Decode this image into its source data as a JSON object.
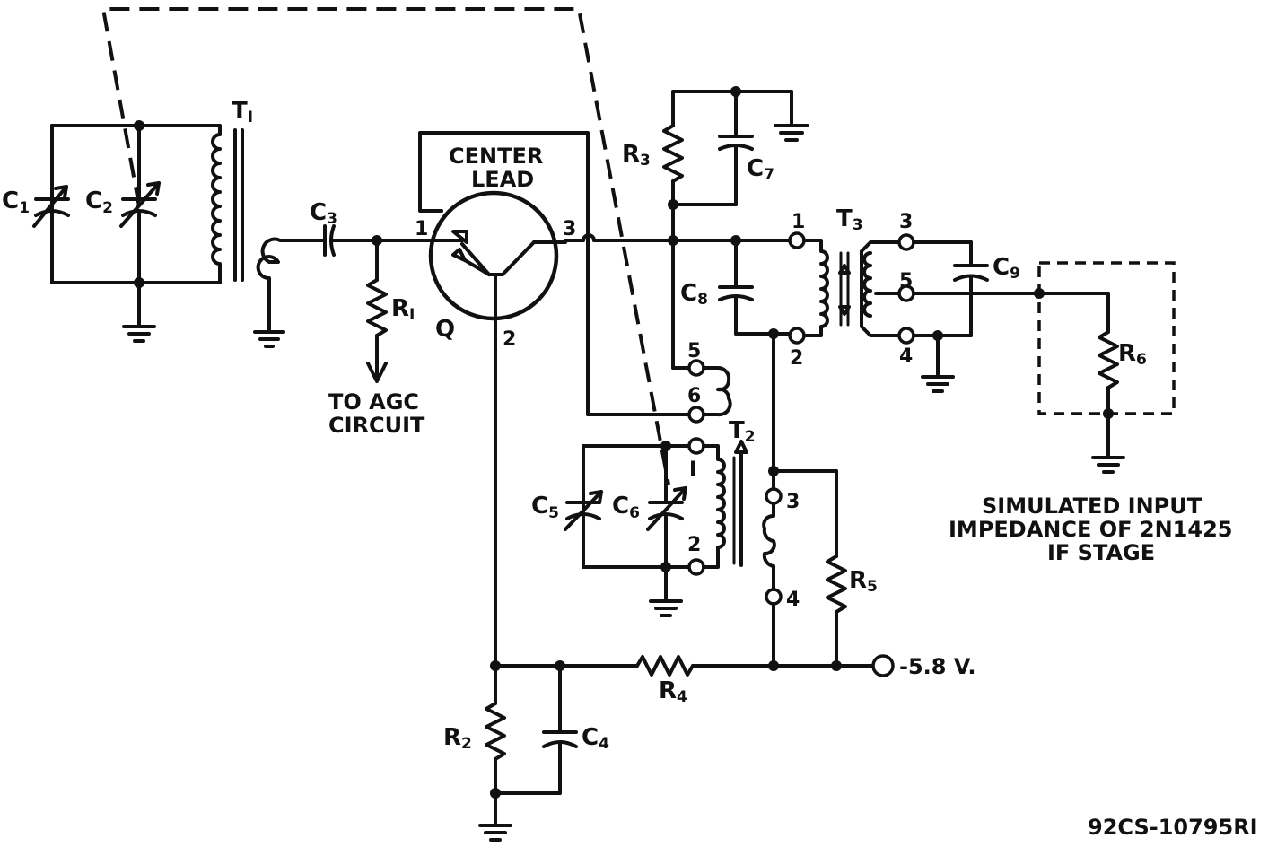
{
  "components": {
    "C1": {
      "ref": "C",
      "sub": "1"
    },
    "C2": {
      "ref": "C",
      "sub": "2"
    },
    "C3": {
      "ref": "C",
      "sub": "3"
    },
    "C4": {
      "ref": "C",
      "sub": "4"
    },
    "C5": {
      "ref": "C",
      "sub": "5"
    },
    "C6": {
      "ref": "C",
      "sub": "6"
    },
    "C7": {
      "ref": "C",
      "sub": "7"
    },
    "C8": {
      "ref": "C",
      "sub": "8"
    },
    "C9": {
      "ref": "C",
      "sub": "9"
    },
    "R1": {
      "ref": "R",
      "sub": "I"
    },
    "R2": {
      "ref": "R",
      "sub": "2"
    },
    "R3": {
      "ref": "R",
      "sub": "3"
    },
    "R4": {
      "ref": "R",
      "sub": "4"
    },
    "R5": {
      "ref": "R",
      "sub": "5"
    },
    "R6": {
      "ref": "R",
      "sub": "6"
    },
    "T1": {
      "ref": "T",
      "sub": "I"
    },
    "T2": {
      "ref": "T",
      "sub": "2"
    },
    "T3": {
      "ref": "T",
      "sub": "3"
    },
    "Q": "Q"
  },
  "transistor": {
    "center_lead_line1": "CENTER",
    "center_lead_line2": "LEAD",
    "pin1": "1",
    "pin2": "2",
    "pin3": "3"
  },
  "t2_pins": {
    "p5": "5",
    "p6": "6",
    "p1": "I",
    "p2": "2",
    "p3": "3",
    "p4": "4"
  },
  "t3_pins": {
    "p1": "1",
    "p2": "2",
    "p3": "3",
    "p5": "5",
    "p4": "4"
  },
  "agc": {
    "line1": "TO AGC",
    "line2": "CIRCUIT"
  },
  "supply": "-5.8 V.",
  "note": {
    "line1": "SIMULATED INPUT",
    "line2": "IMPEDANCE OF 2N1425",
    "line3": "IF STAGE"
  },
  "drawing_number": "92CS-10795RI"
}
